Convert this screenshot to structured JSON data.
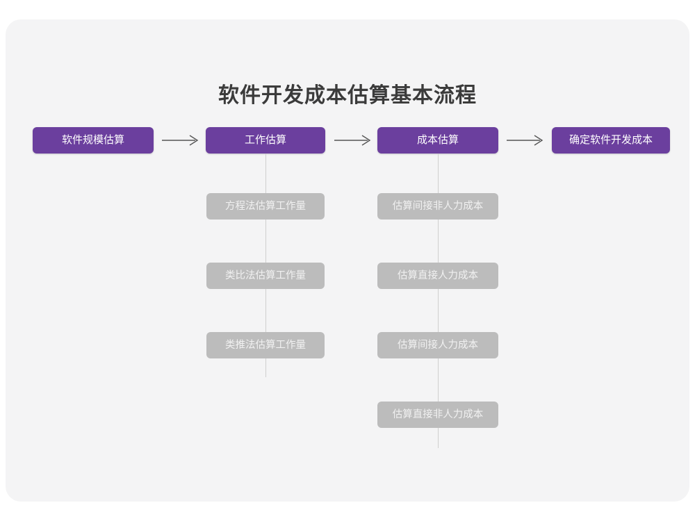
{
  "diagram": {
    "title": "软件开发成本估算基本流程",
    "colors": {
      "canvas_background": "#f4f4f5",
      "page_background": "#ffffff",
      "primary_node": "#6b3f9e",
      "primary_node_text": "#ffffff",
      "secondary_node": "#bcbcbc",
      "secondary_node_text": "#f1f1f1",
      "connector_line": "#cfcfcf",
      "arrow": "#555555",
      "title_text": "#3b3b3b"
    },
    "arrows": [
      {
        "name": "arrow-step-1-to-2",
        "glyph": "arrow-right-icon"
      },
      {
        "name": "arrow-step-2-to-3",
        "glyph": "arrow-right-icon"
      },
      {
        "name": "arrow-step-3-to-4",
        "glyph": "arrow-right-icon"
      }
    ],
    "columns": [
      {
        "id": "software-scale-estimation",
        "main": "软件规模估算",
        "sub": []
      },
      {
        "id": "effort-estimation",
        "main": "工作估算",
        "sub": [
          "方程法估算工作量",
          "类比法估算工作量",
          "类推法估算工作量"
        ]
      },
      {
        "id": "cost-estimation",
        "main": "成本估算",
        "sub": [
          "估算间接非人力成本",
          "估算直接人力成本",
          "估算间接人力成本",
          "估算直接非人力成本"
        ]
      },
      {
        "id": "determine-development-cost",
        "main": "确定软件开发成本",
        "sub": []
      }
    ]
  }
}
